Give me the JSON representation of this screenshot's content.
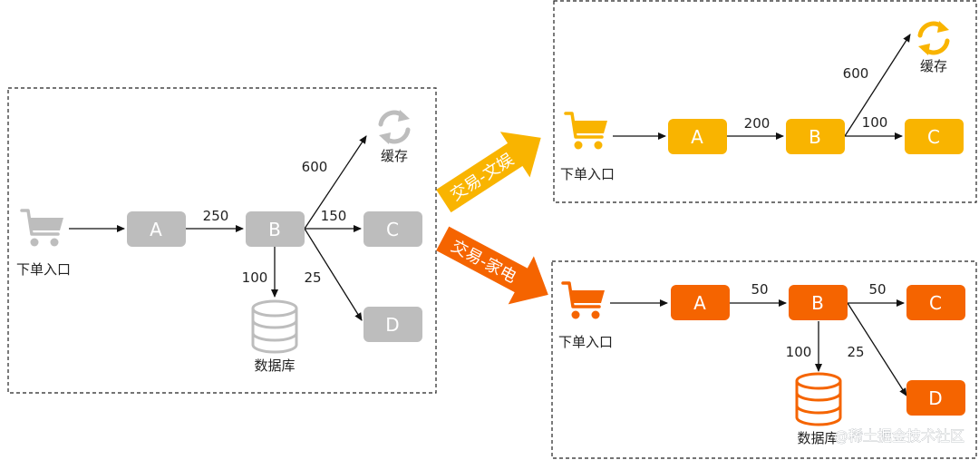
{
  "colors": {
    "gray": "#bdbdbd",
    "yellow": "#f9b400",
    "orange": "#f56400",
    "text": "#222222"
  },
  "icons": {
    "cart": "shopping-cart-icon",
    "cache": "refresh-cache-icon",
    "database": "database-icon"
  },
  "left": {
    "entry_label": "下单入口",
    "nodes": {
      "a": "A",
      "b": "B",
      "c": "C",
      "d": "D"
    },
    "edges": {
      "entry_a": "",
      "a_b": "250",
      "b_cache": "600",
      "b_c": "150",
      "b_db": "100",
      "b_d": "25"
    },
    "cache_label": "缓存",
    "db_label": "数据库"
  },
  "split": {
    "top_arrow": "交易-文娱",
    "bottom_arrow": "交易-家电"
  },
  "top_right": {
    "entry_label": "下单入口",
    "nodes": {
      "a": "A",
      "b": "B",
      "c": "C"
    },
    "edges": {
      "a_b": "200",
      "b_cache": "600",
      "b_c": "100"
    },
    "cache_label": "缓存"
  },
  "bottom_right": {
    "entry_label": "下单入口",
    "nodes": {
      "a": "A",
      "b": "B",
      "c": "C",
      "d": "D"
    },
    "edges": {
      "a_b": "50",
      "b_c": "50",
      "b_db": "100",
      "b_d": "25"
    },
    "db_label": "数据库"
  },
  "watermark": "@稀土掘金技术社区"
}
